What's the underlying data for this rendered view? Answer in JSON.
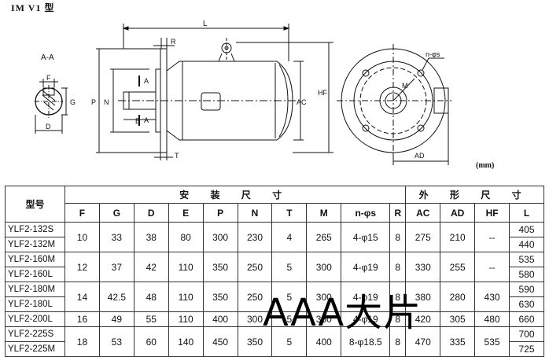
{
  "title": "IM  V1 型",
  "unit": "(mm)",
  "labels": {
    "section": "A-A",
    "F": "F",
    "G": "G",
    "D": "D",
    "P": "P",
    "N": "N",
    "A1": "A",
    "A2": "A",
    "E": "E",
    "T": "T",
    "R": "R",
    "L": "L",
    "AC": "AC",
    "HF": "HF",
    "M": "M",
    "ns": "n-φs",
    "AD": "AD"
  },
  "table": {
    "model_header": "型号",
    "group_install": "安 装 尺 寸",
    "group_outline": "外 形 尺 寸",
    "columns": [
      "F",
      "G",
      "D",
      "E",
      "P",
      "N",
      "T",
      "M",
      "n-φs",
      "R",
      "AC",
      "AD",
      "HF",
      "L"
    ],
    "rows": [
      {
        "models": [
          "YLF2-132S",
          "YLF2-132M"
        ],
        "F": "10",
        "G": "33",
        "D": "38",
        "E": "80",
        "P": "300",
        "N": "230",
        "T": "4",
        "M": "265",
        "ns": "4-φ15",
        "R": "8",
        "AC": "275",
        "AD": "210",
        "HF": "--",
        "L": [
          "405",
          "440"
        ]
      },
      {
        "models": [
          "YLF2-160M",
          "YLF2-160L"
        ],
        "F": "12",
        "G": "37",
        "D": "42",
        "E": "110",
        "P": "350",
        "N": "250",
        "T": "5",
        "M": "300",
        "ns": "4-φ19",
        "R": "8",
        "AC": "330",
        "AD": "255",
        "HF": "--",
        "L": [
          "535",
          "580"
        ]
      },
      {
        "models": [
          "YLF2-180M",
          "YLF2-180L"
        ],
        "F": "14",
        "G": "42.5",
        "D": "48",
        "E": "110",
        "P": "350",
        "N": "250",
        "T": "5",
        "M": "300",
        "ns": "4-φ19",
        "R": "8",
        "AC": "380",
        "AD": "280",
        "HF": "430",
        "L": [
          "590",
          "630"
        ]
      },
      {
        "models": [
          "YLF2-200L"
        ],
        "F": "16",
        "G": "49",
        "D": "55",
        "E": "110",
        "P": "400",
        "N": "300",
        "T": "5",
        "M": "350",
        "ns": "4-φ19",
        "R": "8",
        "AC": "420",
        "AD": "305",
        "HF": "480",
        "L": [
          "660"
        ]
      },
      {
        "models": [
          "YLF2-225S",
          "YLF2-225M"
        ],
        "F": "18",
        "G": "53",
        "D": "60",
        "E": "140",
        "P": "450",
        "N": "350",
        "T": "5",
        "M": "400",
        "ns": "8-φ18.5",
        "R": "8",
        "AC": "470",
        "AD": "335",
        "HF": "535",
        "L": [
          "700",
          "725"
        ]
      }
    ]
  },
  "watermark": "AAA大片"
}
